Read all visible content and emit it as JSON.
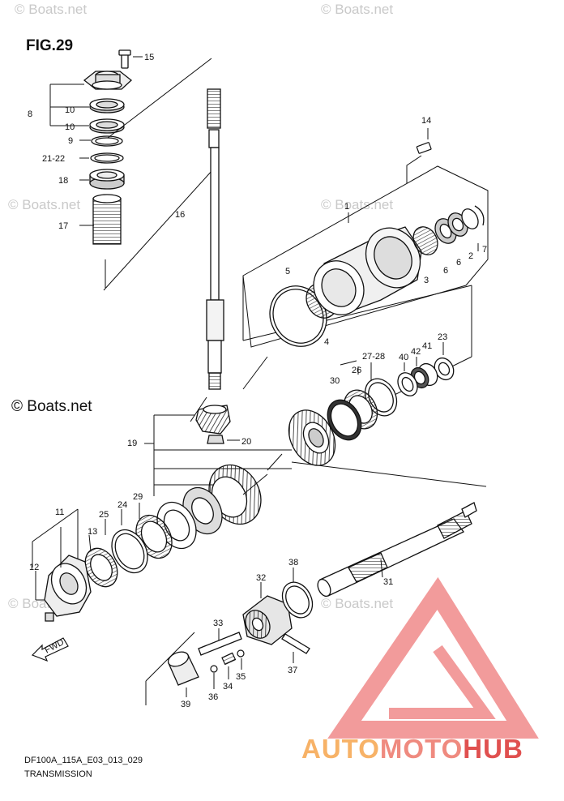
{
  "figure": {
    "title": "FIG.29"
  },
  "watermarks": [
    "© Boats.net",
    "© Boats.net",
    "© Boats.net",
    "© Boats.net",
    "© Boats.net",
    "© Boats.net"
  ],
  "copyright": "© Boats.net",
  "fwd_arrow": "FWD",
  "footer": {
    "code": "DF100A_115A_E03_013_029",
    "title": "TRANSMISSION"
  },
  "brand": {
    "part1": "AUTO",
    "part2": "MOTO",
    "part3": "HUB",
    "color1": "#f7b267",
    "color2": "#ef8a7f",
    "color3": "#e0504f",
    "logo_color": "#f08a8a"
  },
  "parts": [
    "15",
    "8",
    "10",
    "10",
    "9",
    "21-22",
    "18",
    "17",
    "16",
    "14",
    "1",
    "5",
    "4",
    "3",
    "6",
    "6",
    "2",
    "7",
    "23",
    "42",
    "41",
    "40",
    "27-28",
    "26",
    "30",
    "19",
    "20",
    "11",
    "25",
    "24",
    "29",
    "13",
    "12",
    "38",
    "32",
    "31",
    "33",
    "34",
    "35",
    "36",
    "37",
    "39"
  ]
}
